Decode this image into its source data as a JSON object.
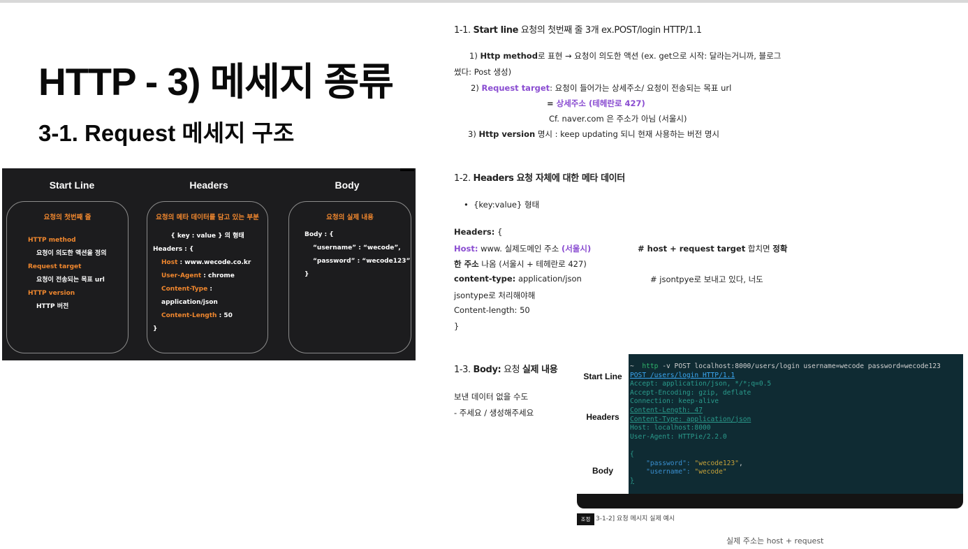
{
  "title": "HTTP - 3) 메세지 종류",
  "subtitle": "3-1. Request  메세지 구조",
  "diagram": {
    "start_line": {
      "heading": "Start Line",
      "box_title": "요청의 첫번째 줄",
      "http_method": "HTTP method",
      "http_method_desc": "요청이 의도한 액션을 정의",
      "request_target": "Request target",
      "request_target_desc": "요청이 전송되는 목표 url",
      "http_version": "HTTP version",
      "http_version_desc": "HTTP 버전"
    },
    "headers": {
      "heading": "Headers",
      "box_title": "요청의 메타 데이터를 담고 있는 부분",
      "format": "{ key : value } 의 형태",
      "open": "Headers : {",
      "host_key": "Host",
      "host_val": " : www.wecode.co.kr",
      "ua_key": "User-Agent",
      "ua_val": " : chrome",
      "ct_key": "Content-Type",
      "ct_val": " : application/json",
      "cl_key": "Content-Length",
      "cl_val": " : 50",
      "close": "}"
    },
    "body": {
      "heading": "Body",
      "box_title": "요청의 실제 내용",
      "open": "Body : {",
      "line1": "“username” : “wecode”,",
      "line2": "“password” : “wecode123”",
      "close": "}"
    }
  },
  "notes": {
    "s1_num": "1-1. ",
    "s1_bold": "Start line",
    "s1_rest": " 요청의 첫번째 줄 3개  ex.POST/login HTTP/1.1",
    "m1_pre": "1) ",
    "m1_bold": "Http method",
    "m1_rest": "로 표현 → 요청이 의도한 액션 (ex. get으로 시작:  달라는거니까, 블로그",
    "m1_wrap": "썼다: Post 생성)",
    "m2_pre": "2) ",
    "m2_purple": "Request target",
    "m2_rest": ": 요청이 들어가는 상세주소/ 요청이 전송되는 목표 url",
    "m2_sub_eq": "= ",
    "m2_sub": "상세주소 (테헤란로 427)",
    "m2_cf": "Cf. naver.com 은 주소가 아님 (서울시)",
    "m3_pre": "3) ",
    "m3_bold": "Http version",
    "m3_rest": "  명시 : keep updating 되니 현재 사용하는 버전 명시",
    "s2_num": "1-2. ",
    "s2_bold": "Headers 요청 자체에 대한 메타 데이터",
    "bullet": "{key:value} 형태",
    "h_open_bold": "Headers:",
    "h_open_rest": " {",
    "host_key": "Host:",
    "host_val": " www. 실제도메인 주소 ",
    "host_paren": "(서울시)",
    "host_comment_pre": "# ",
    "host_comment_bold": "host + request target",
    "host_comment_mid": " 합치면 ",
    "host_comment_end": "정확",
    "host_wrap_bold": "한 주소",
    "host_wrap_rest": " 나옴 (서울시 + 테헤란로 427)",
    "ct_key": "content-type:",
    "ct_val": " application/json",
    "ct_comment": "# jsontpye로 보내고 있다, 너도",
    "ct_wrap": "jsontype로 처리해야해",
    "cl": "Content-length: 50",
    "h_close": "}",
    "s3_num": "1-3. ",
    "s3_bold": "Body:",
    "s3_mid": " 요청 ",
    "s3_bold2": "실제 내용",
    "body_note1": "보낸 데이터 없을 수도",
    "body_note2": "- 주세요 / 생성해주세요"
  },
  "terminal": {
    "label_start": "Start Line",
    "label_headers": "Headers",
    "label_body": "Body",
    "prompt": "~",
    "command_kw": "http",
    "command_rest": " -v POST localhost:8000/users/login username=wecode password=wecode123",
    "request_line": "POST /users/login HTTP/1.1",
    "h1": "Accept: application/json, */*;q=0.5",
    "h2": "Accept-Encoding: gzip, deflate",
    "h3": "Connection: keep-alive",
    "h4": "Content-Length: 47",
    "h5": "Content-Type: application/json",
    "h6": "Host: localhost:8000",
    "h7": "User-Agent: HTTPie/2.2.0",
    "b_open": "{",
    "b_pw_key": "    \"password\": ",
    "b_pw_val": "\"wecode123\"",
    "b_pw_comma": ",",
    "b_un_key": "    \"username\": ",
    "b_un_val": "\"wecode\"",
    "b_close": "}"
  },
  "caption_badge": "조정",
  "caption": "3-1-2] 요청 메시지 실제 예시",
  "footer": "실제 주소는 host + request",
  "colors": {
    "orange": "#f0872e",
    "purple": "#8a4dd1",
    "diagram_bg": "#1c1c1e",
    "terminal_bg": "#0f2b33"
  }
}
